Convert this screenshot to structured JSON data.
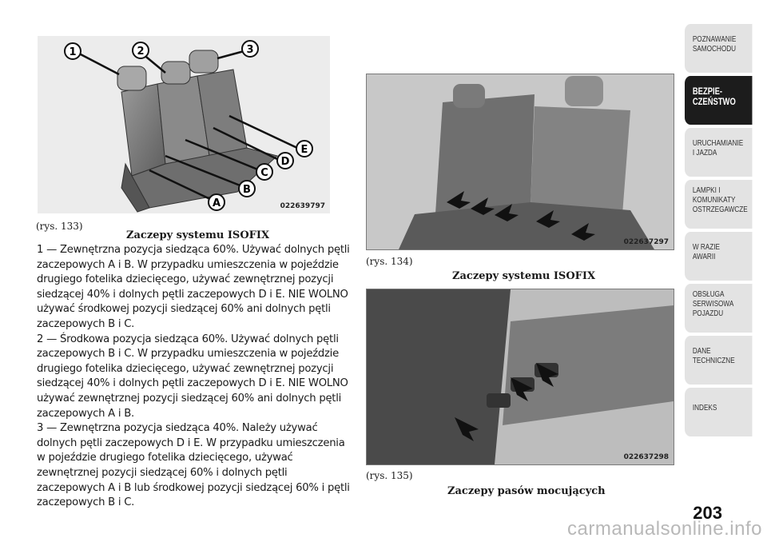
{
  "figures": [
    {
      "ref": "(rys. 133)",
      "caption": "Zaczepy systemu ISOFIX",
      "code": "022639797",
      "callouts": [
        "1",
        "2",
        "3",
        "A",
        "B",
        "C",
        "D",
        "E"
      ]
    },
    {
      "ref": "(rys. 134)",
      "caption": "Zaczepy systemu ISOFIX",
      "code": "022637297"
    },
    {
      "ref": "(rys. 135)",
      "caption": "Zaczepy pasów mocujących",
      "code": "022637298"
    }
  ],
  "body_paragraphs": [
    "1 — Zewnętrzna pozycja siedząca 60%. Używać dolnych pętli zaczepowych A i B. W przypadku umieszczenia w pojeździe drugiego fotelika dziecięcego, używać zewnętrznej pozycji siedzącej 40% i dolnych pętli zaczepowych D i E. NIE WOLNO używać środkowej pozycji siedzącej 60% ani dolnych pętli zaczepowych B i C.",
    "2 — Środkowa pozycja siedząca 60%. Używać dolnych pętli zaczepowych B i C. W przypadku umieszczenia w pojeździe drugiego fotelika dziecięcego, używać zewnętrznej pozycji siedzącej 40% i dolnych pętli zaczepowych D i E. NIE WOLNO używać zewnętrznej pozycji siedzącej 60% ani dolnych pętli zaczepowych A i B.",
    "3 — Zewnętrzna pozycja siedząca 40%. Należy używać dolnych pętli zaczepowych D i E. W przypadku umieszczenia w pojeździe drugiego fotelika dziecięcego, używać zewnętrznej pozycji siedzącej 60% i dolnych pętli zaczepowych A i B lub środkowej pozycji siedzącej 60% i pętli zaczepowych B i C."
  ],
  "sidebar": {
    "tabs": [
      {
        "line1": "POZNAWANIE",
        "line2": "SAMOCHODU"
      },
      {
        "line1": "BEZPIE-",
        "line2": "CZEŃSTWO",
        "active": true
      },
      {
        "line1": "URUCHAMIANIE",
        "line2": "I JAZDA"
      },
      {
        "line1": "LAMPKI I",
        "line2": "KOMUNIKATY",
        "line3": "OSTRZEGAWCZE"
      },
      {
        "line1": "W RAZIE",
        "line2": "AWARII"
      },
      {
        "line1": "OBSŁUGA",
        "line2": "SERWISOWA",
        "line3": "POJAZDU"
      },
      {
        "line1": "DANE",
        "line2": "TECHNICZNE"
      },
      {
        "line1": "INDEKS"
      }
    ]
  },
  "page_number": "203",
  "watermark": "carmanualsonline.info"
}
